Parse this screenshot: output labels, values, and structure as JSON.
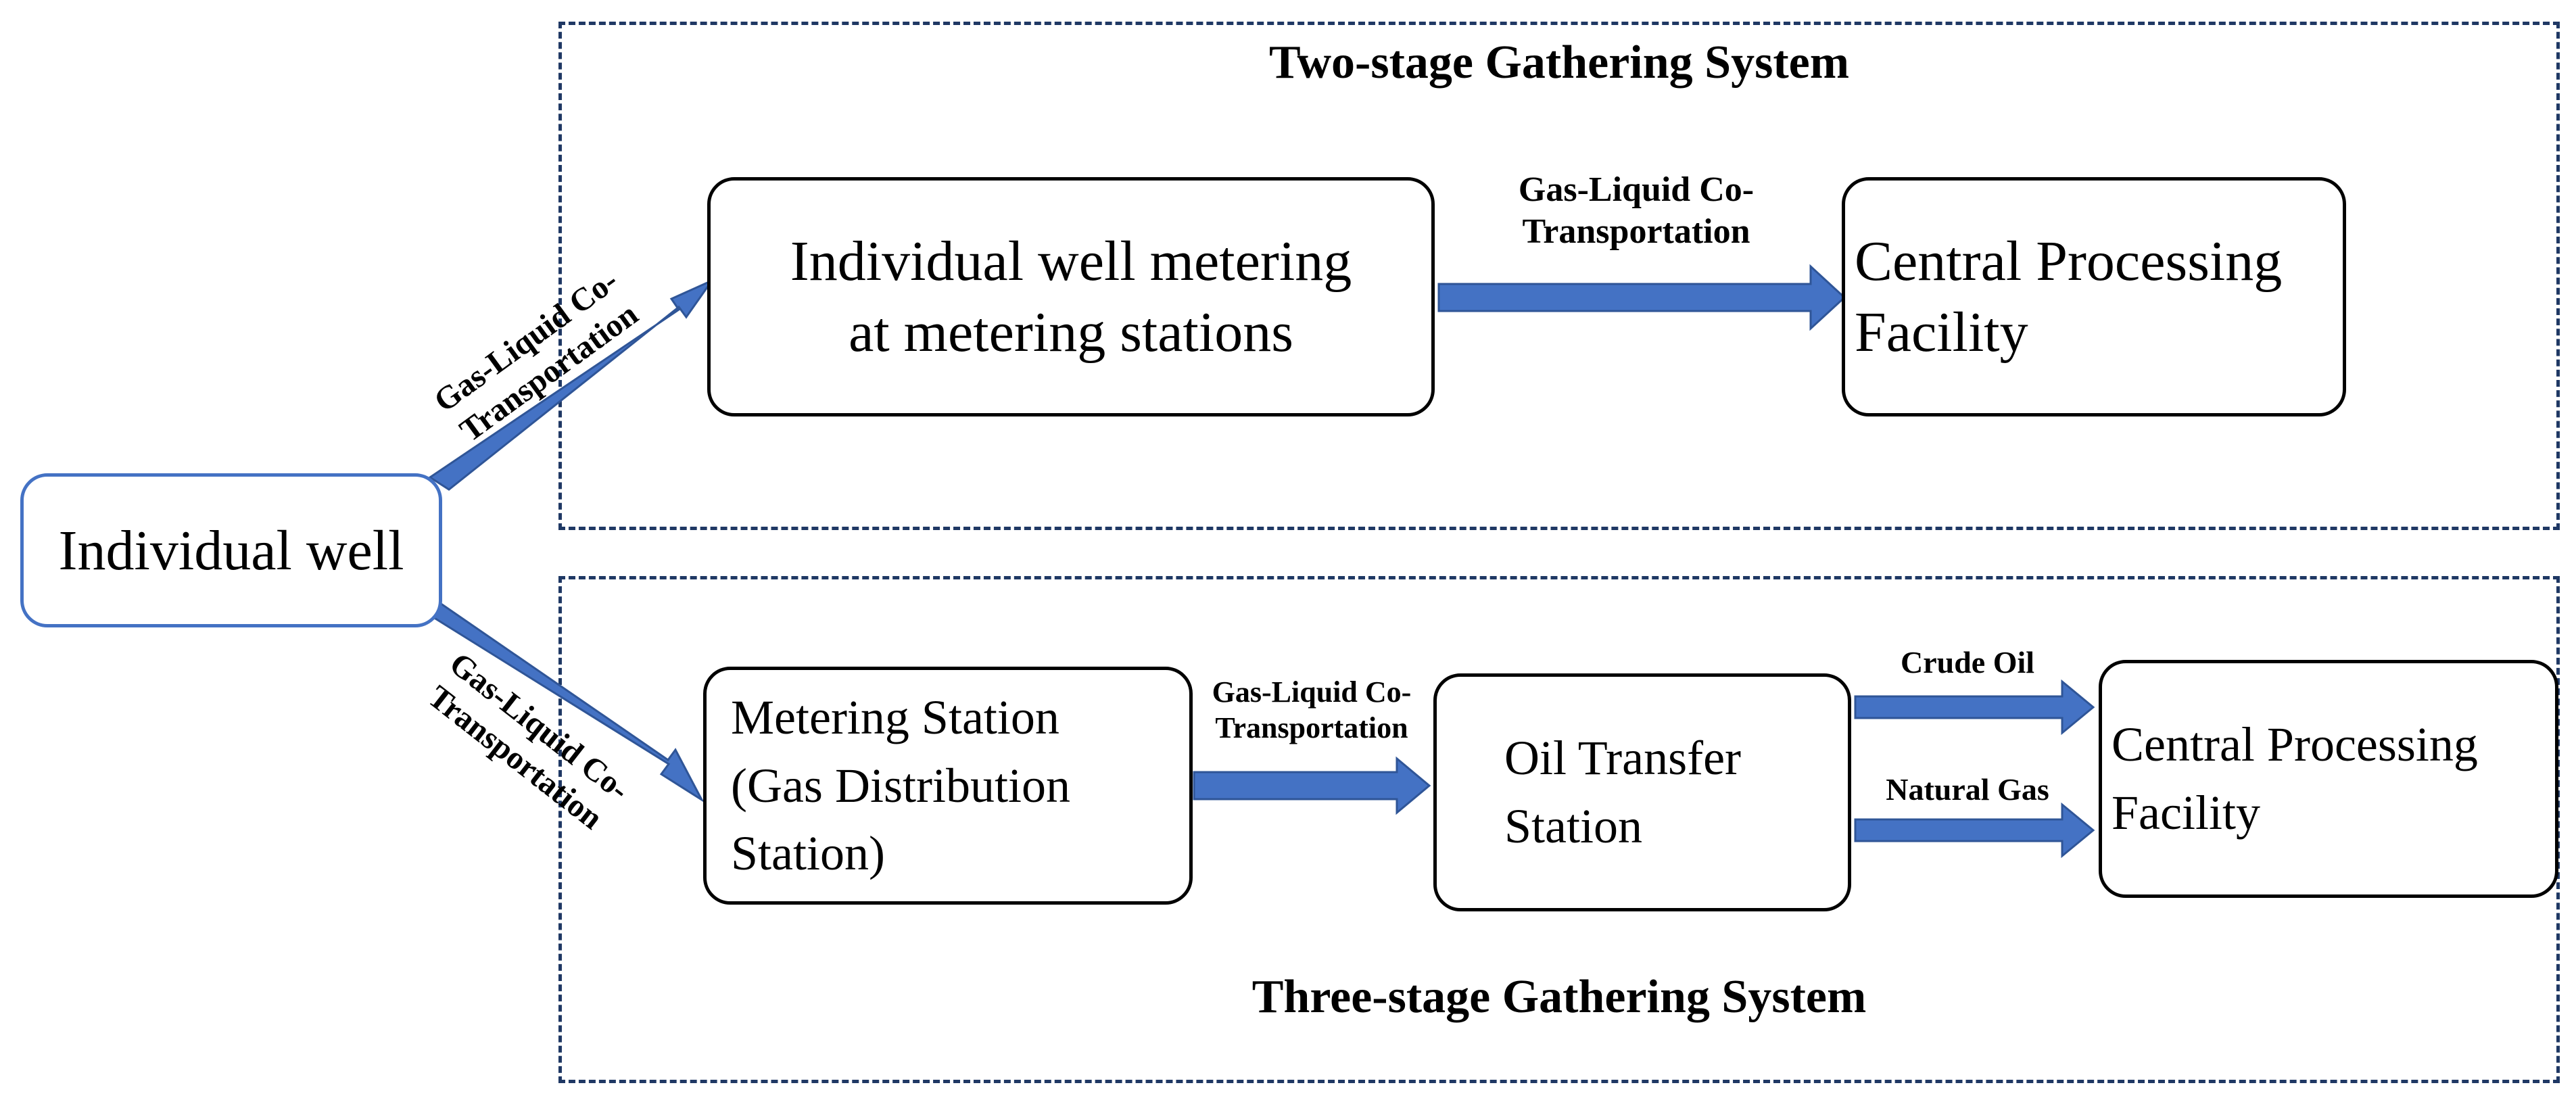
{
  "groups": {
    "two_stage": "Two-stage Gathering System",
    "three_stage": "Three-stage Gathering System"
  },
  "nodes": {
    "individual_well": "Individual well",
    "well_metering": "Individual well metering\nat metering stations",
    "cpf_top": "Central Processing\nFacility",
    "metering_station": "Metering Station\n(Gas Distribution\nStation)",
    "oil_transfer": "Oil Transfer\nStation",
    "cpf_bottom": "Central Processing\nFacility"
  },
  "edge_labels": {
    "well_to_metering": "Gas-Liquid Co-\nTransportation",
    "metering_to_cpf": "Gas-Liquid Co-\nTransportation",
    "well_to_station": "Gas-Liquid Co-\nTransportation",
    "station_to_transfer": "Gas-Liquid Co-\nTransportation",
    "crude_oil": "Crude Oil",
    "natural_gas": "Natural Gas"
  },
  "colors": {
    "arrow": "#4472c4",
    "group_border": "#1f3864",
    "well_border": "#4472c4"
  }
}
